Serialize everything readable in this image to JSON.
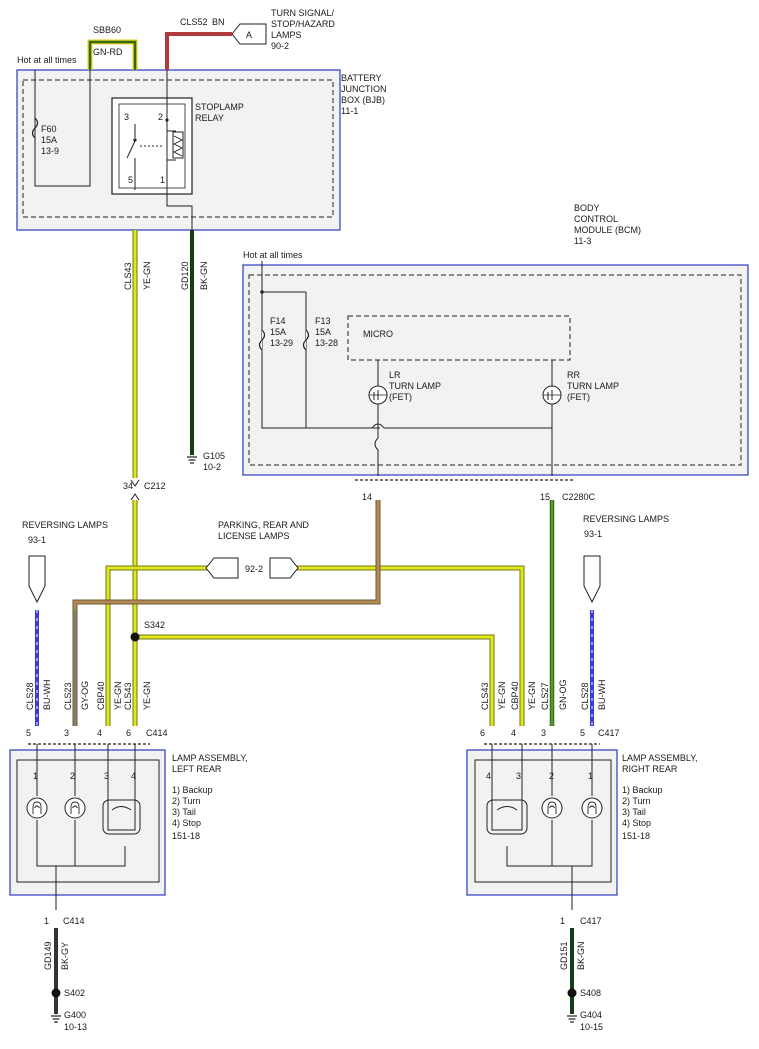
{
  "colors": {
    "ye_gn_fill": "#e3e61c",
    "ye_gn_edge": "#6b7a10",
    "bk_gn": "#153d17",
    "gn_og": "#5a9a2a",
    "gy_og": "#86806c",
    "bu_wh": "#3b3bd6",
    "bn": "#a0772c",
    "red_bn": "#b23a3a",
    "gn_rd": "#2f6a1e",
    "module_border": "#3b47c8"
  },
  "top": {
    "sbb_circuit": "SBB60",
    "sbb_color": "GN-RD",
    "cls52_circuit": "CLS52",
    "cls52_color": "BN",
    "connector_a": "A",
    "turn_signal_ref_lines": [
      "TURN SIGNAL/",
      "STOP/HAZARD",
      "LAMPS",
      "90-2"
    ],
    "hot_label_bjb": "Hot at all times"
  },
  "bjb": {
    "title_lines": [
      "BATTERY",
      "JUNCTION",
      "BOX (BJB)",
      "11-1"
    ],
    "fuse_lines": [
      "F60",
      "15A",
      "13-9"
    ],
    "relay_lines": [
      "STOPLAMP",
      "RELAY"
    ],
    "pins": [
      "3",
      "2",
      "5",
      "1"
    ]
  },
  "wires": {
    "cls43": "CLS43",
    "ye_gn": "YE-GN",
    "gd120": "GD120",
    "bk_gn": "BK-GN",
    "g105": "G105",
    "g105_ref": "10-2",
    "c212_pin": "34",
    "c212": "C212"
  },
  "bcm": {
    "title_lines": [
      "BODY",
      "CONTROL",
      "MODULE (BCM)",
      "11-3"
    ],
    "hot_label": "Hot at all times",
    "f14_lines": [
      "F14",
      "15A",
      "13-29"
    ],
    "f13_lines": [
      "F13",
      "15A",
      "13-28"
    ],
    "micro": "MICRO",
    "lr_lines": [
      "LR",
      "TURN LAMP",
      "(FET)"
    ],
    "rr_lines": [
      "RR",
      "TURN LAMP",
      "(FET)"
    ],
    "pin_14": "14",
    "pin_15": "15",
    "connector": "C2280C"
  },
  "middle": {
    "rev_left_lines": [
      "REVERSING LAMPS",
      "93-1"
    ],
    "rev_right_lines": [
      "REVERSING LAMPS",
      "93-1"
    ],
    "parking_lines": [
      "PARKING, REAR AND",
      "LICENSE LAMPS"
    ],
    "parking_ref": "92-2",
    "s342": "S342"
  },
  "left_assy": {
    "wires": [
      {
        "circuit": "CLS28",
        "color": "BU-WH",
        "pin": "5"
      },
      {
        "circuit": "CLS23",
        "color": "GY-OG",
        "pin": "3"
      },
      {
        "circuit": "CBP40",
        "color": "YE-GN",
        "pin": "4"
      },
      {
        "circuit": "CLS43",
        "color": "YE-GN",
        "pin": "6"
      }
    ],
    "connector": "C414",
    "title_lines": [
      "LAMP ASSEMBLY,",
      "LEFT REAR"
    ],
    "legend_lines": [
      "1) Backup",
      "2) Turn",
      "3) Tail",
      "4) Stop",
      "151-18"
    ],
    "bulb_numbers": [
      "1",
      "2",
      "3",
      "4"
    ],
    "ground_pin": "1",
    "ground_connector": "C414",
    "ground_circuit": "GD149",
    "ground_color": "BK-GY",
    "splice": "S402",
    "ground": "G400",
    "ground_ref": "10-13"
  },
  "right_assy": {
    "wires": [
      {
        "circuit": "CLS43",
        "color": "YE-GN",
        "pin": "6"
      },
      {
        "circuit": "CBP40",
        "color": "YE-GN",
        "pin": "4"
      },
      {
        "circuit": "CLS27",
        "color": "GN-OG",
        "pin": "3"
      },
      {
        "circuit": "CLS28",
        "color": "BU-WH",
        "pin": "5"
      }
    ],
    "connector": "C417",
    "title_lines": [
      "LAMP ASSEMBLY,",
      "RIGHT REAR"
    ],
    "legend_lines": [
      "1) Backup",
      "2) Turn",
      "3) Tail",
      "4) Stop",
      "151-18"
    ],
    "bulb_numbers": [
      "4",
      "3",
      "2",
      "1"
    ],
    "ground_pin": "1",
    "ground_connector": "C417",
    "ground_circuit": "GD151",
    "ground_color": "BK-GN",
    "splice": "S408",
    "ground": "G404",
    "ground_ref": "10-15"
  }
}
